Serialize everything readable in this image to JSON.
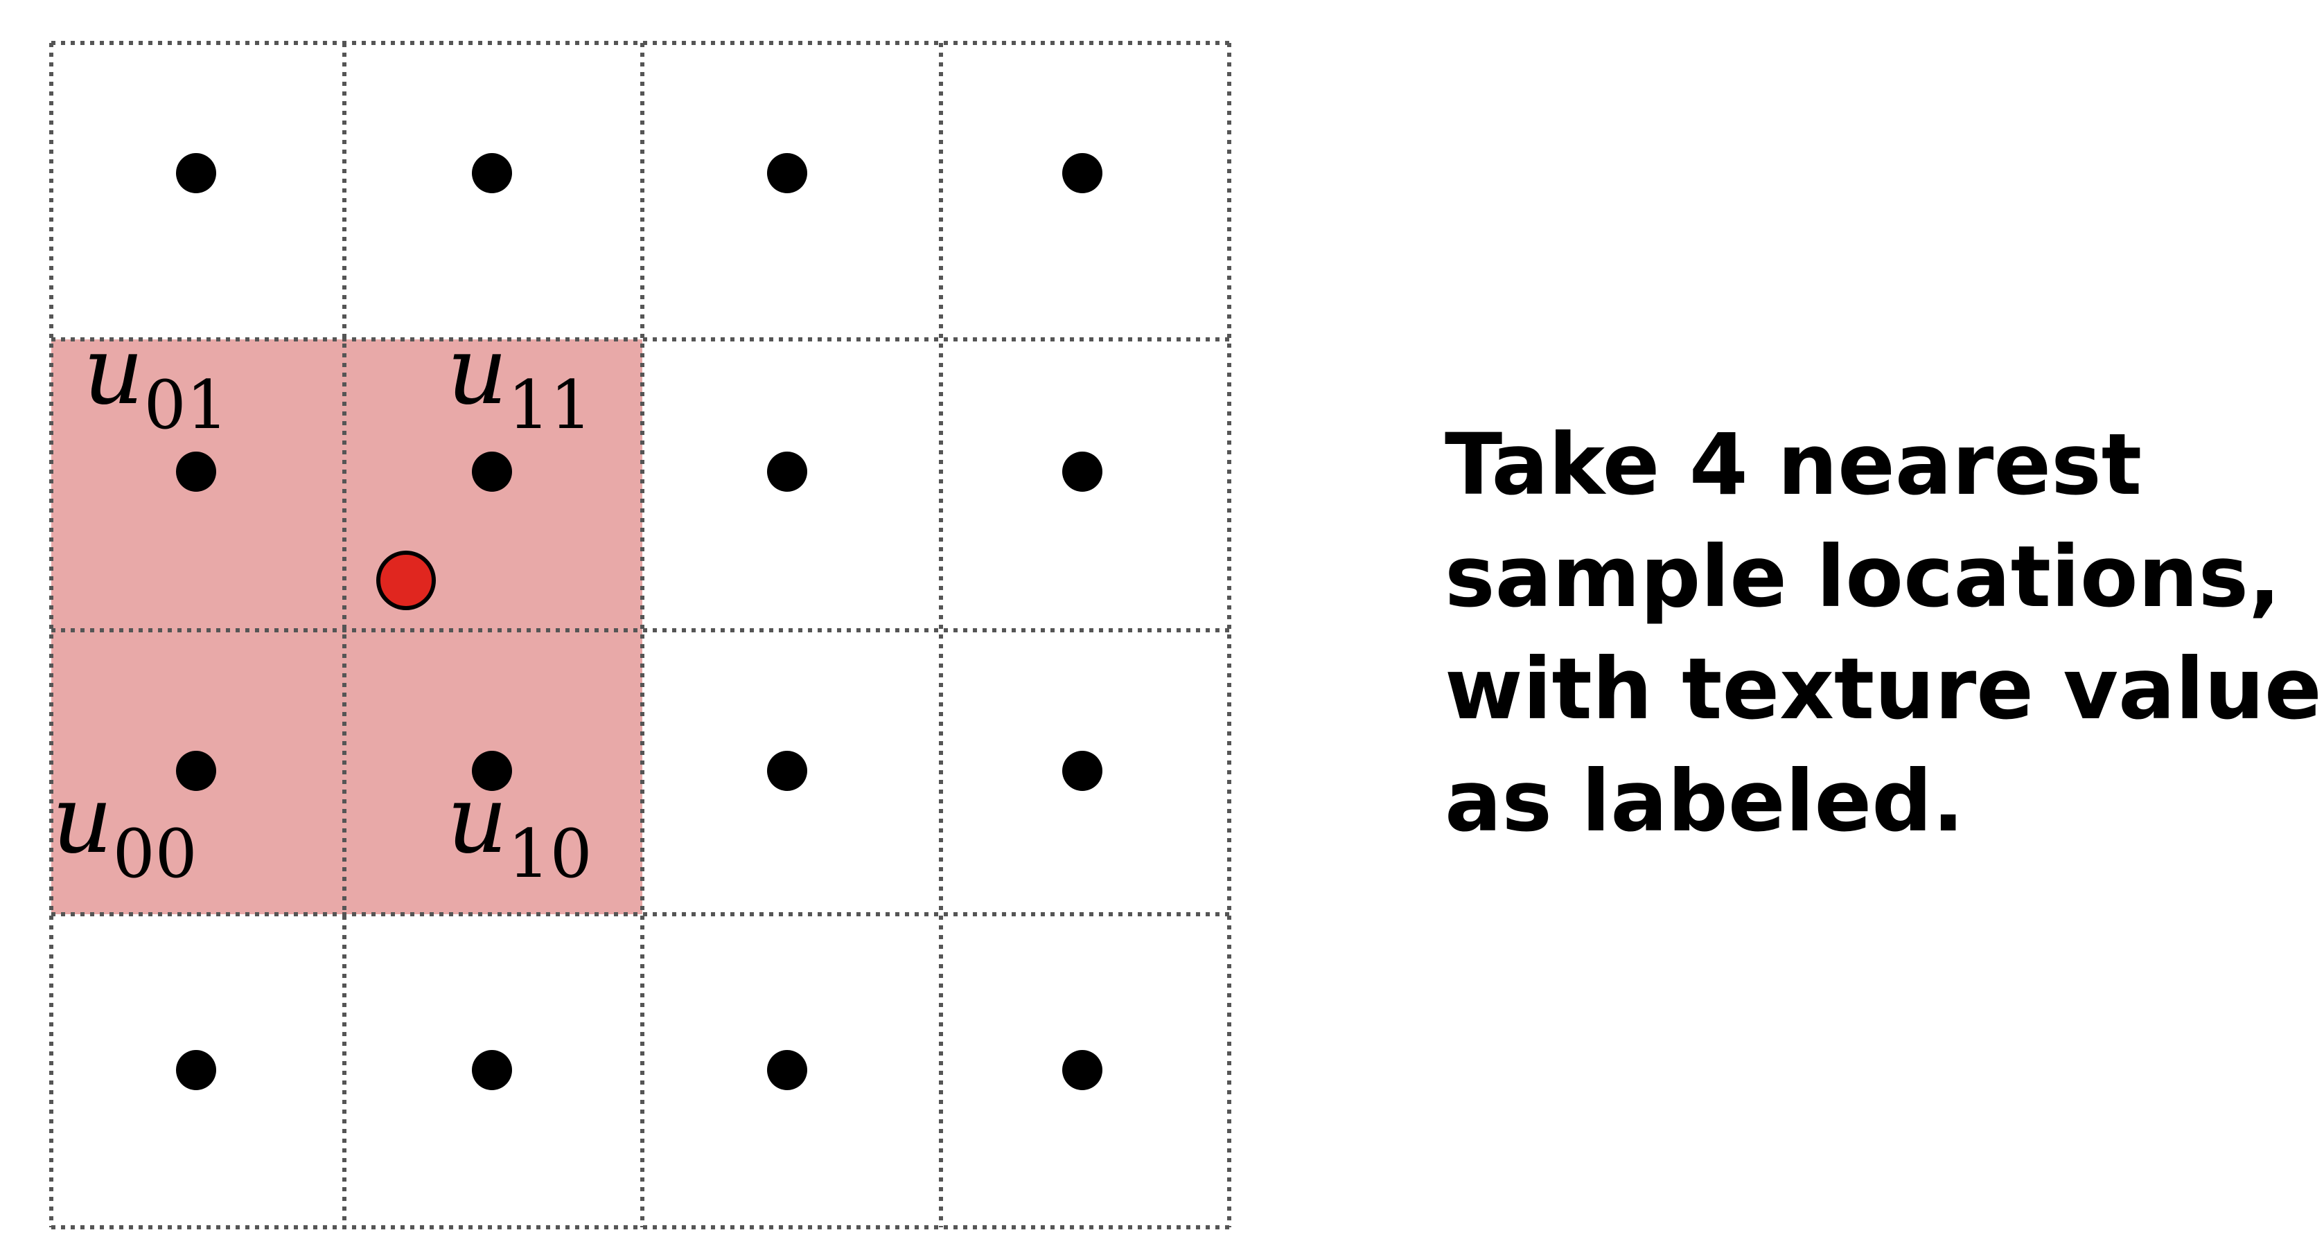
{
  "grid": {
    "columns": 4,
    "rows": 4,
    "highlight_color": "#e8a9a8",
    "query_point_color": "#e0261f",
    "highlighted_cells": [
      {
        "col": 0,
        "row": 1
      },
      {
        "col": 1,
        "row": 1
      },
      {
        "col": 0,
        "row": 2
      },
      {
        "col": 1,
        "row": 2
      }
    ]
  },
  "labels": [
    {
      "id": "u01",
      "base": "u",
      "sub": "01"
    },
    {
      "id": "u11",
      "base": "u",
      "sub": "11"
    },
    {
      "id": "u00",
      "base": "u",
      "sub": "00"
    },
    {
      "id": "u10",
      "base": "u",
      "sub": "10"
    }
  ],
  "caption": {
    "lines": [
      "Take 4 nearest",
      "sample locations,",
      "with texture values",
      "as labeled."
    ]
  }
}
